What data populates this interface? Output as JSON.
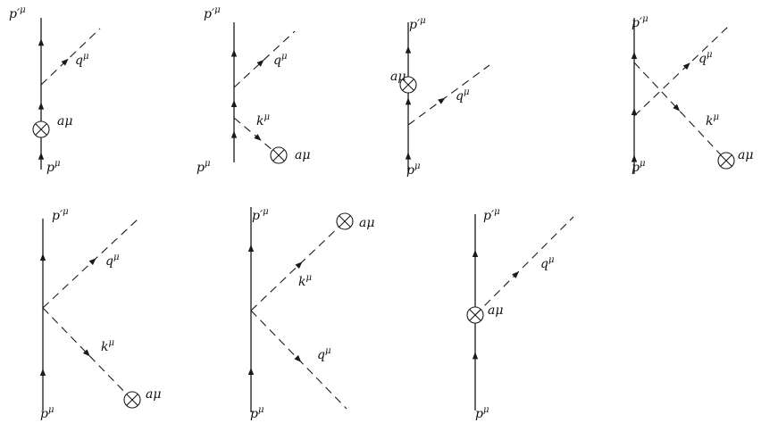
{
  "labels": {
    "p_in": "p",
    "p_out": "p′",
    "mu": "μ",
    "q": "q",
    "k": "k",
    "a": "aμ"
  },
  "colors": {
    "ink": "#1a1a1a",
    "background": "#ffffff"
  },
  "icons": {
    "vertex": "circled-times-icon"
  }
}
